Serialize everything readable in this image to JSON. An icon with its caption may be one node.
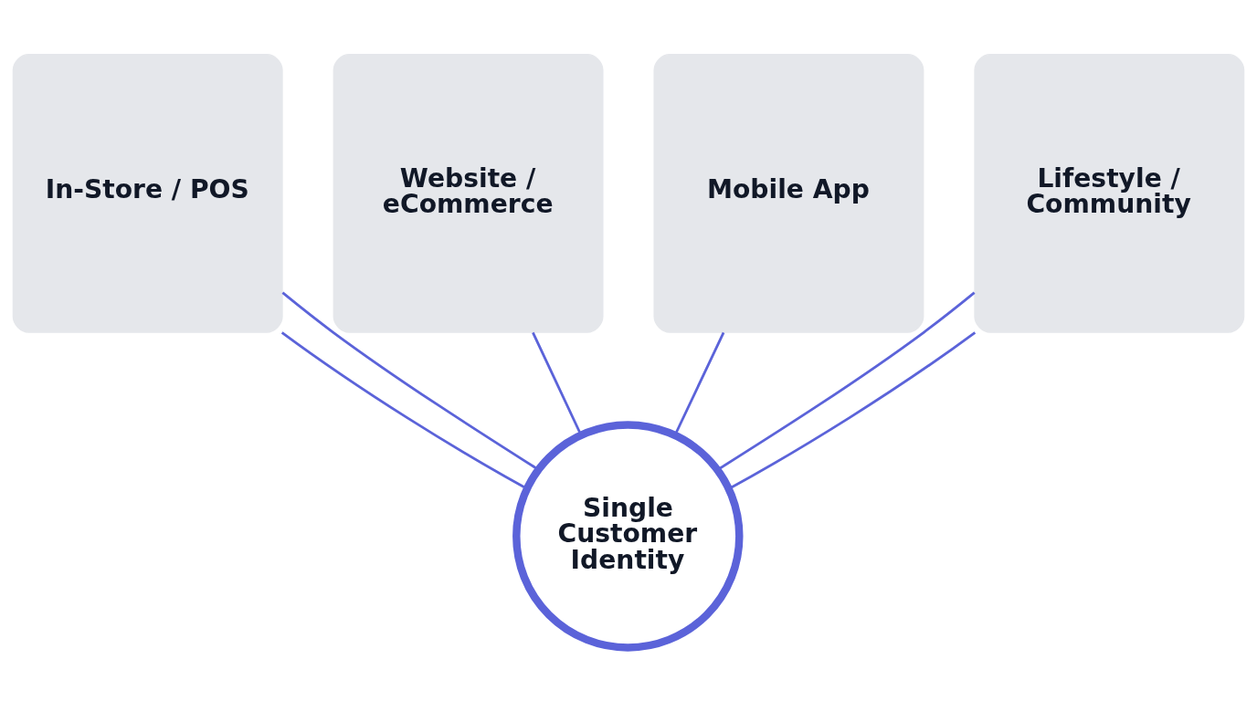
{
  "diagram": {
    "nodes": [
      {
        "text": [
          "In-Store / POS"
        ]
      },
      {
        "text": [
          "Website / eCommerce"
        ]
      },
      {
        "text": [
          "Mobile App"
        ]
      },
      {
        "text": [
          "Lifestyle / Community"
        ]
      },
      {
        "text": [
          "Single Customer Identity"
        ]
      }
    ],
    "edges": [
      {
        "from": 0,
        "to": 4,
        "arrow": "none"
      },
      {
        "from": 0,
        "to": 4,
        "arrow": "none"
      },
      {
        "from": 1,
        "to": 4,
        "arrow": "none"
      },
      {
        "from": 2,
        "to": 4,
        "arrow": "none"
      },
      {
        "from": 3,
        "to": 4,
        "arrow": "none"
      },
      {
        "from": 3,
        "to": 4,
        "arrow": "none"
      }
    ]
  }
}
